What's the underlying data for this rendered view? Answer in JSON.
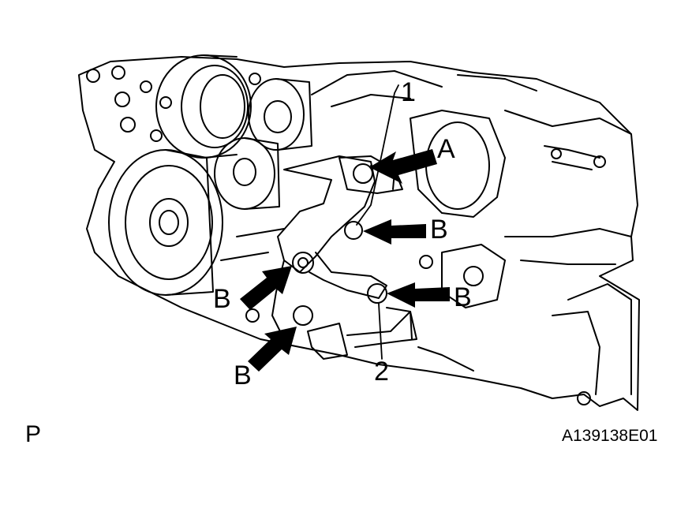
{
  "callouts": {
    "part_1": "1",
    "part_2": "2",
    "label_a": "A",
    "label_b": "B"
  },
  "view_code": "P",
  "figure_id": "A139138E01",
  "colors": {
    "line": "#000000",
    "background": "#ffffff"
  },
  "icons": {
    "pointer": "arrow-icon",
    "fastener": "bolt-icon"
  }
}
